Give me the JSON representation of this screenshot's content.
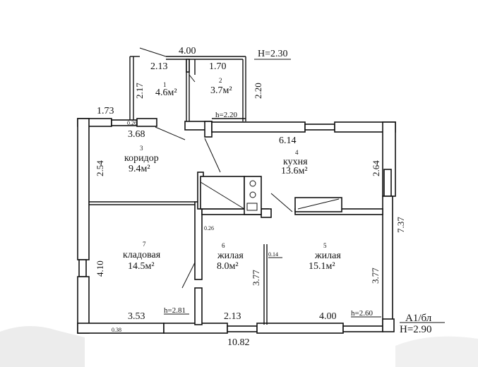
{
  "title": {
    "code": "А1/бл",
    "height": "H=2.90"
  },
  "veranda": {
    "height": "H=2.30",
    "inner_height": "h=2.20"
  },
  "rooms": [
    {
      "number": "1",
      "name": "",
      "area": "4.6м²"
    },
    {
      "number": "2",
      "name": "",
      "area": "3.7м²"
    },
    {
      "number": "3",
      "name": "коридор",
      "area": "9.4м²"
    },
    {
      "number": "4",
      "name": "кухня",
      "area": "13.6м²"
    },
    {
      "number": "5",
      "name": "жилая",
      "area": "15.1м²"
    },
    {
      "number": "6",
      "name": "жилая",
      "area": "8.0м²"
    },
    {
      "number": "7",
      "name": "кладовая",
      "area": "14.5м²"
    }
  ],
  "dimensions": {
    "top_400": "4.00",
    "d_213_top": "2.13",
    "d_170": "1.70",
    "d_217": "2.17",
    "d_220": "2.20",
    "d_173": "1.73",
    "d_026_a": "0.26",
    "d_368": "3.68",
    "d_614": "6.14",
    "d_254": "2.54",
    "d_264": "2.64",
    "d_737": "7.37",
    "d_026_b": "0.26",
    "d_014": "0.14",
    "d_410": "4.10",
    "d_377_a": "3.77",
    "d_377_b": "3.77",
    "d_353": "3.53",
    "h_281": "h=2.81",
    "d_213_bottom": "2.13",
    "d_400_bottom": "4.00",
    "h_260": "h=2.60",
    "d_038": "0.38",
    "total": "10.82"
  }
}
